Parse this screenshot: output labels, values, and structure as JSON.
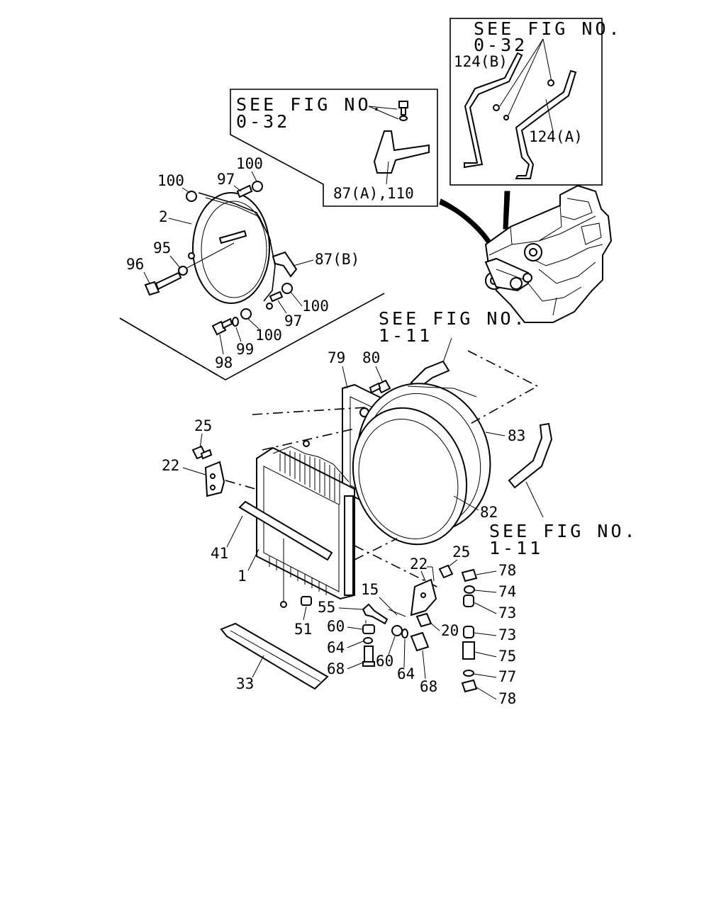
{
  "references": {
    "fig_0_32_left": {
      "line1": "SEE FIG NO.",
      "line2": "0-32"
    },
    "fig_0_32_right": {
      "line1": "SEE FIG NO.",
      "line2": "0-32"
    },
    "fig_1_11_top": {
      "line1": "SEE FIG NO.",
      "line2": "1-11"
    },
    "fig_1_11_bottom": {
      "line1": "SEE FIG NO.",
      "line2": "1-11"
    }
  },
  "callouts": {
    "c_87a_110": "87(A),110",
    "c_124b": "124(B)",
    "c_124a": "124(A)",
    "c_100_a": "100",
    "c_97_a": "97",
    "c_100_b": "100",
    "c_2": "2",
    "c_95": "95",
    "c_96": "96",
    "c_87b": "87(B)",
    "c_100_c": "100",
    "c_97_b": "97",
    "c_100_d": "100",
    "c_99": "99",
    "c_98": "98",
    "c_79": "79",
    "c_80": "80",
    "c_83": "83",
    "c_82": "82",
    "c_25_a": "25",
    "c_22_a": "22",
    "c_41": "41",
    "c_1": "1",
    "c_51": "51",
    "c_55": "55",
    "c_15": "15",
    "c_60_a": "60",
    "c_64_a": "64",
    "c_68_a": "68",
    "c_60_b": "60",
    "c_64_b": "64",
    "c_68_b": "68",
    "c_20": "20",
    "c_22_b": "22",
    "c_25_b": "25",
    "c_78_a": "78",
    "c_74": "74",
    "c_73_a": "73",
    "c_73_b": "73",
    "c_75": "75",
    "c_77": "77",
    "c_78_b": "78",
    "c_33": "33"
  }
}
